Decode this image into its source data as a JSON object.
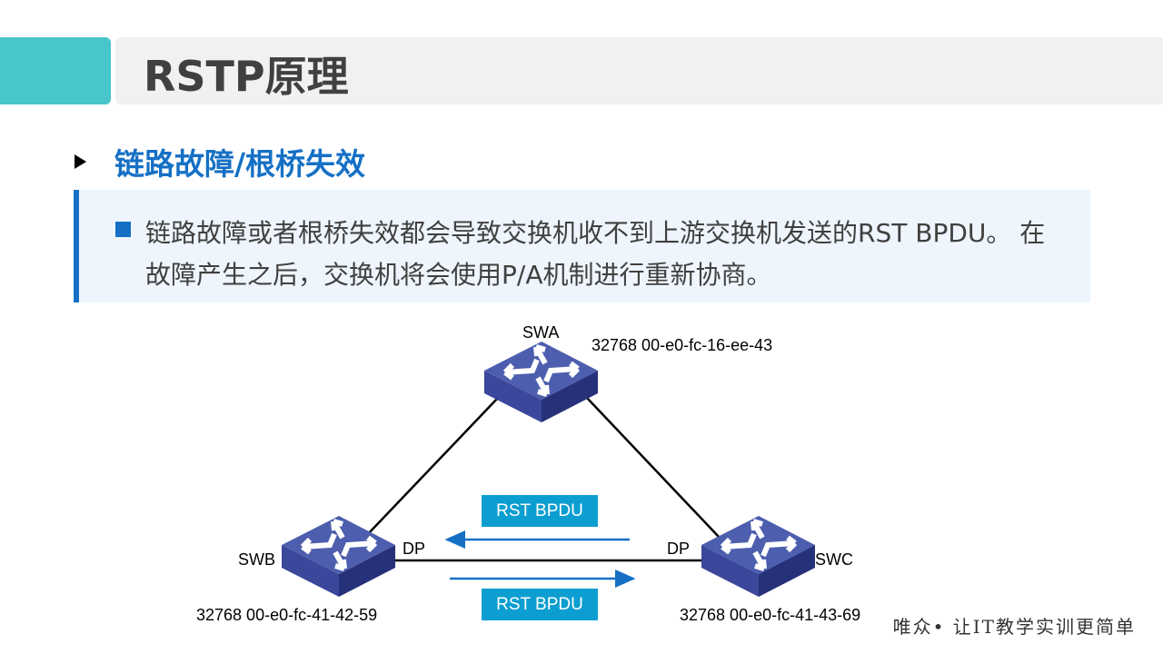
{
  "header": {
    "title": "RSTP原理"
  },
  "section": {
    "heading": "链路故障/根桥失效"
  },
  "content": {
    "text": "链路故障或者根桥失效都会导致交换机收不到上游交换机发送的RST BPDU。 在故障产生之后，交换机将会使用P/A机制进行重新协商。"
  },
  "diagram": {
    "switches": [
      {
        "name": "SWA",
        "id": "32768 00-e0-fc-16-ee-43"
      },
      {
        "name": "SWB",
        "id": "32768 00-e0-fc-41-42-59",
        "port": "DP"
      },
      {
        "name": "SWC",
        "id": "32768 00-e0-fc-41-43-69",
        "port": "DP"
      }
    ],
    "messages": [
      "RST BPDU",
      "RST BPDU"
    ],
    "colors": {
      "switch_top": "#4a5aa8",
      "switch_side": "#2a3580",
      "pdu": "#0c9ed0",
      "arrow": "#1570c5"
    }
  },
  "footer": {
    "slogan": "唯众• 让IT教学实训更简单"
  }
}
